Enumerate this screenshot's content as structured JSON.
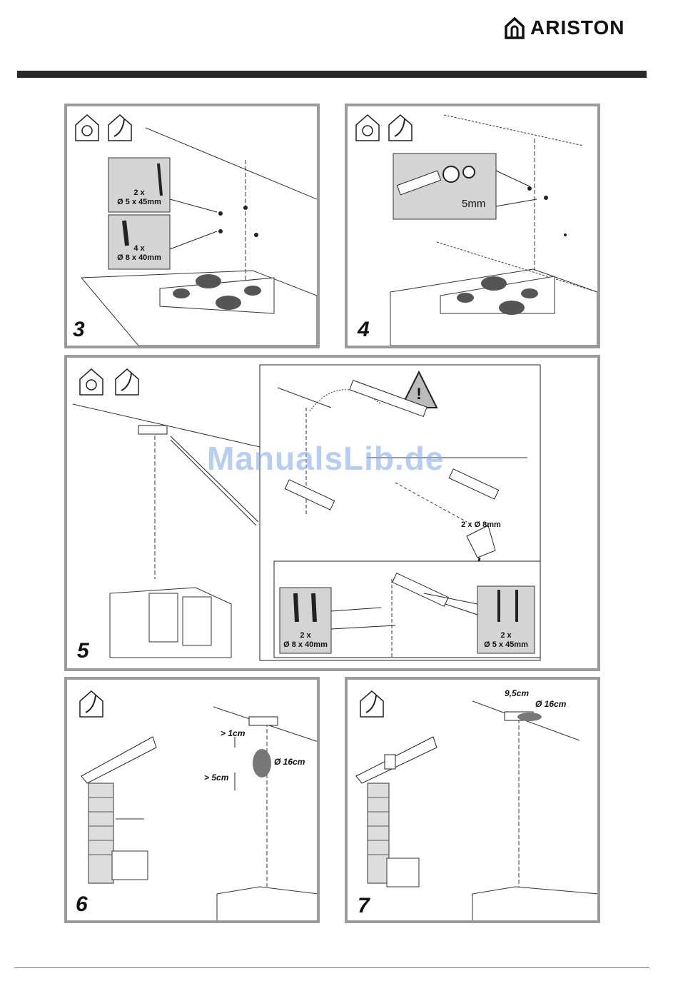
{
  "header": {
    "brand": "ARISTON",
    "logo_icon": "house-logo-icon"
  },
  "watermark": "ManualsLib.de",
  "panels": {
    "p3": {
      "step": "3",
      "screw_qty": "2 x",
      "screw_size": "Ø 5 x 45mm",
      "plug_qty": "4 x",
      "plug_size": "Ø 8 x 40mm"
    },
    "p4": {
      "step": "4",
      "gap": "5mm"
    },
    "p5": {
      "step": "5",
      "drill": "2 x Ø 8mm",
      "plug_qty": "2 x",
      "plug_size": "Ø 8 x 40mm",
      "screw_qty": "2 x",
      "screw_size": "Ø 5 x 45mm",
      "warning": "!"
    },
    "p6": {
      "step": "6",
      "top_gap": "> 1cm",
      "side_gap": "> 5cm",
      "diameter": "Ø 16cm"
    },
    "p7": {
      "step": "7",
      "offset": "9,5cm",
      "diameter": "Ø 16cm"
    }
  }
}
